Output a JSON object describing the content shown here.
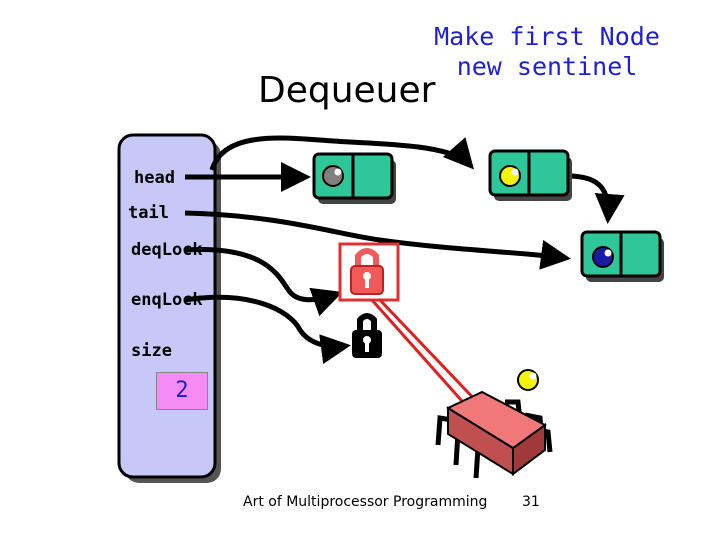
{
  "title": "Dequeuer",
  "caption": "Make first Node\nnew sentinel",
  "queue_fields": {
    "head": "head",
    "tail": "tail",
    "deq_lock": "deqLock",
    "enq_lock": "enqLock",
    "size": "size",
    "size_value": "2"
  },
  "footer": {
    "text": "Art of Multiprocessor Programming",
    "page": "31"
  },
  "colors": {
    "queue_object": "#c8c8f8",
    "node_fill": "#2fc69a",
    "old_sentinel_value": "#808080",
    "value_yellow": "#f5f50a",
    "value_blue": "#1a1aa6",
    "deq_lock": "#f25a5a",
    "thread": "#f07878",
    "caption_text": "#1f1fd6"
  }
}
